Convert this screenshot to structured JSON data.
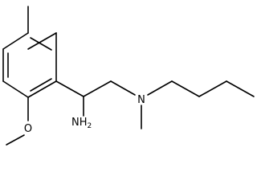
{
  "molecule": {
    "atoms": {
      "amino": {
        "symbol": "NH",
        "subscript": "2"
      },
      "methoxy_oxygen": {
        "symbol": "O"
      },
      "tertiary_nitrogen": {
        "symbol": "N"
      }
    }
  }
}
